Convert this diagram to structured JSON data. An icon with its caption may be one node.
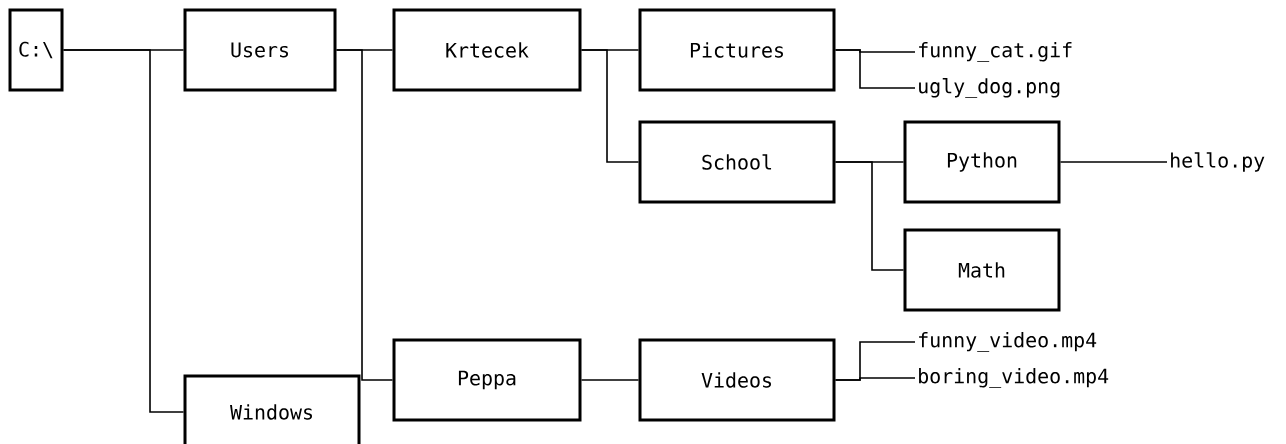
{
  "diagram": {
    "nodes": [
      {
        "text": [
          "C:\\"
        ]
      },
      {
        "text": [
          "Users"
        ]
      },
      {
        "text": [
          "Krtecek"
        ]
      },
      {
        "text": [
          "Pictures"
        ]
      },
      {
        "text": [
          "funny_cat.gif"
        ]
      },
      {
        "text": [
          "ugly_dog.png"
        ]
      },
      {
        "text": [
          "School"
        ]
      },
      {
        "text": [
          "Python"
        ]
      },
      {
        "text": [
          "hello.py"
        ]
      },
      {
        "text": [
          "Math"
        ]
      },
      {
        "text": [
          "Peppa"
        ]
      },
      {
        "text": [
          "Videos"
        ]
      },
      {
        "text": [
          "funny_video.mp4"
        ]
      },
      {
        "text": [
          "boring_video.mp4"
        ]
      },
      {
        "text": [
          "Windows"
        ]
      }
    ],
    "edges": [
      {
        "from": 0,
        "to": 1,
        "arrow": "none"
      },
      {
        "from": 0,
        "to": 14,
        "arrow": "none"
      },
      {
        "from": 1,
        "to": 2,
        "arrow": "none"
      },
      {
        "from": 1,
        "to": 10,
        "arrow": "none"
      },
      {
        "from": 2,
        "to": 3,
        "arrow": "none"
      },
      {
        "from": 2,
        "to": 6,
        "arrow": "none"
      },
      {
        "from": 3,
        "to": 4,
        "arrow": "none"
      },
      {
        "from": 3,
        "to": 5,
        "arrow": "none"
      },
      {
        "from": 6,
        "to": 7,
        "arrow": "none"
      },
      {
        "from": 6,
        "to": 9,
        "arrow": "none"
      },
      {
        "from": 7,
        "to": 8,
        "arrow": "none"
      },
      {
        "from": 10,
        "to": 11,
        "arrow": "none"
      },
      {
        "from": 11,
        "to": 12,
        "arrow": "none"
      },
      {
        "from": 11,
        "to": 13,
        "arrow": "none"
      }
    ]
  }
}
